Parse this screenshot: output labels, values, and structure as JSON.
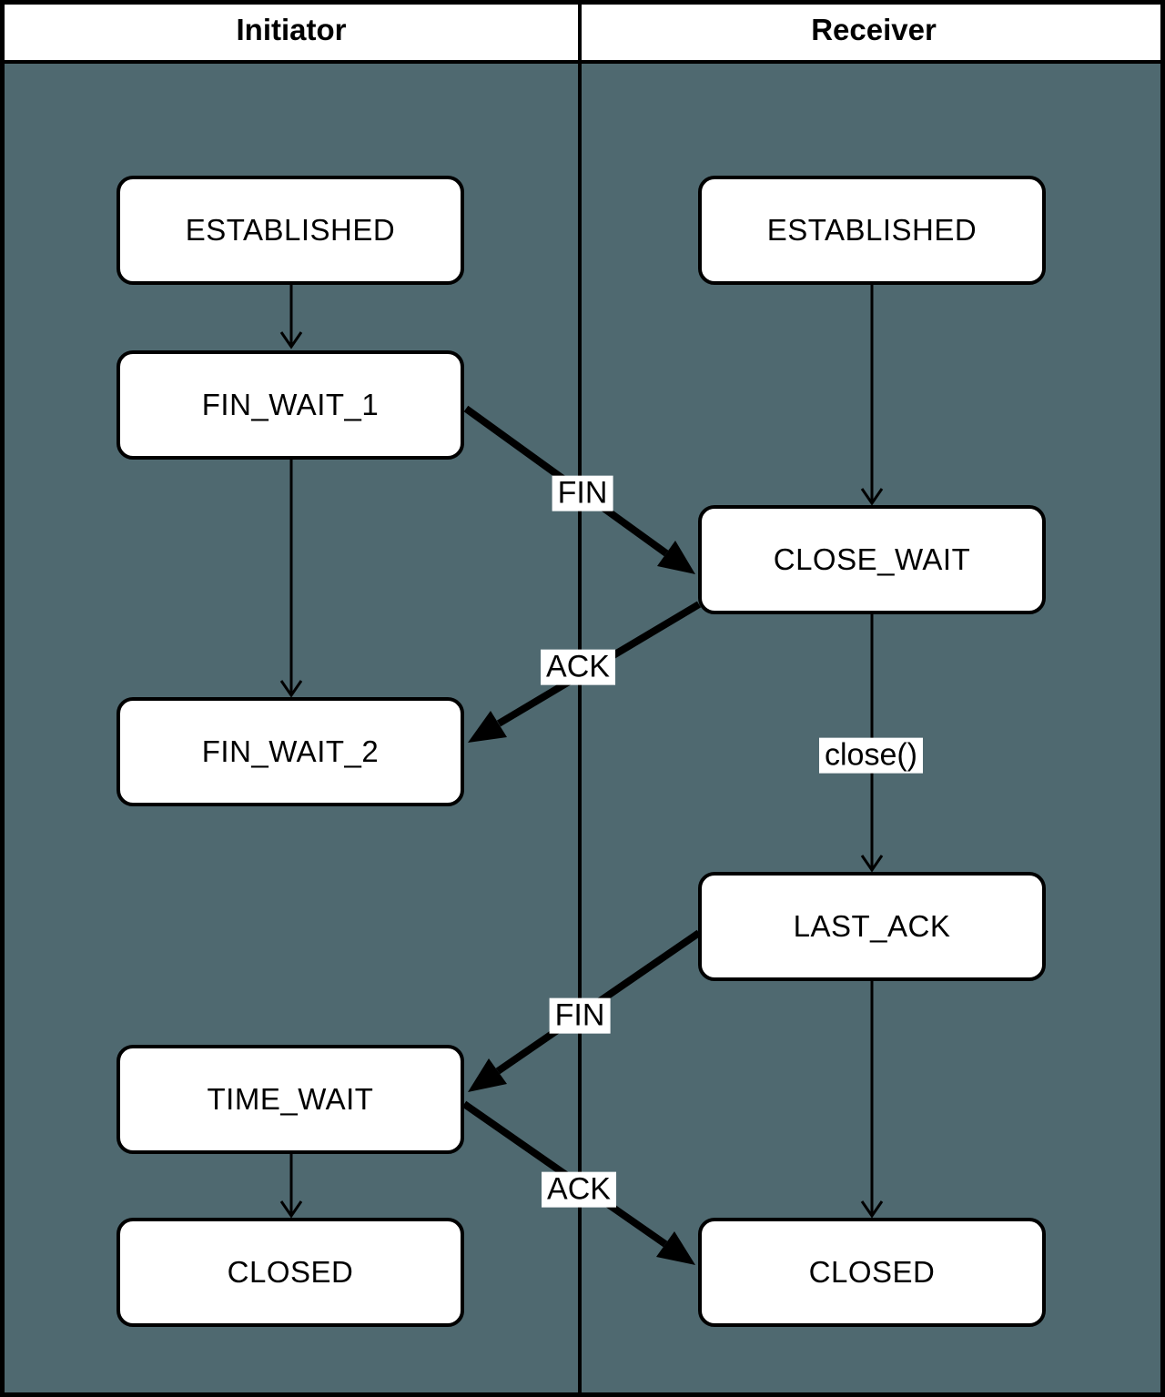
{
  "header": {
    "initiator_label": "Initiator",
    "receiver_label": "Receiver"
  },
  "initiator_states": {
    "established": "ESTABLISHED",
    "fin_wait_1": "FIN_WAIT_1",
    "fin_wait_2": "FIN_WAIT_2",
    "time_wait": "TIME_WAIT",
    "closed": "CLOSED"
  },
  "receiver_states": {
    "established": "ESTABLISHED",
    "close_wait": "CLOSE_WAIT",
    "last_ack": "LAST_ACK",
    "closed": "CLOSED"
  },
  "transitions": [
    {
      "from": "initiator.ESTABLISHED",
      "to": "initiator.FIN_WAIT_1"
    },
    {
      "from": "initiator.FIN_WAIT_1",
      "to": "receiver.CLOSE_WAIT",
      "label": "FIN"
    },
    {
      "from": "initiator.FIN_WAIT_1",
      "to": "initiator.FIN_WAIT_2"
    },
    {
      "from": "receiver.CLOSE_WAIT",
      "to": "initiator.FIN_WAIT_2",
      "label": "ACK"
    },
    {
      "from": "receiver.ESTABLISHED",
      "to": "receiver.CLOSE_WAIT"
    },
    {
      "from": "receiver.CLOSE_WAIT",
      "to": "receiver.LAST_ACK",
      "label": "close()"
    },
    {
      "from": "receiver.LAST_ACK",
      "to": "initiator.TIME_WAIT",
      "label": "FIN"
    },
    {
      "from": "initiator.TIME_WAIT",
      "to": "initiator.CLOSED"
    },
    {
      "from": "initiator.TIME_WAIT",
      "to": "receiver.CLOSED",
      "label": "ACK"
    },
    {
      "from": "receiver.LAST_ACK",
      "to": "receiver.CLOSED"
    }
  ],
  "colors": {
    "lane_background": "#4F6970",
    "header_fill": "#FFFFFF",
    "node_fill": "#FFFFFF",
    "stroke": "#000000",
    "text": "#000000"
  }
}
